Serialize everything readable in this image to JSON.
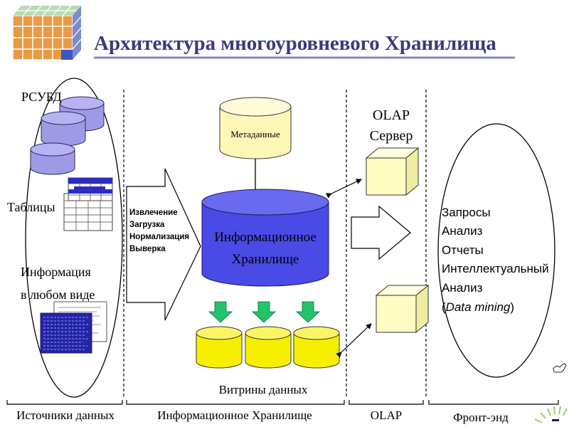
{
  "title": "Архитектура многоуровневого Хранилища",
  "sources": {
    "rdbms_label": "РСУБД",
    "tables_label": "Таблицы",
    "info_line1": "Информация",
    "info_line2": "в любом виде"
  },
  "process_steps": [
    "Извлечение",
    "Загрузка",
    "Нормализация",
    "Выверка"
  ],
  "metadata_label": "Метаданные",
  "warehouse_line1": "Информационное",
  "warehouse_line2": "Хранилище",
  "datamarts_label": "Витрины данных",
  "olap": {
    "line1": "OLAP",
    "line2": "Сервер"
  },
  "frontend_items": [
    "Запросы",
    "Анализ",
    "Отчеты",
    "Интеллектуальный",
    "Анализ"
  ],
  "frontend_dm": {
    "open": "(",
    "term": "Data mining",
    "close": ")"
  },
  "sections": [
    "Источники данных",
    "Информационное Хранилище",
    "OLAP",
    "Фронт-энд"
  ],
  "colors": {
    "title": "#3a3a80",
    "cylinder_lavender": "#9f9ae6",
    "warehouse_blue": "#4a4ae6",
    "metadata_yellow": "#fff7b8",
    "mart_yellow": "#f6f000",
    "cube_yellow": "#fffcc4",
    "arrow_green": "#22c46a"
  }
}
